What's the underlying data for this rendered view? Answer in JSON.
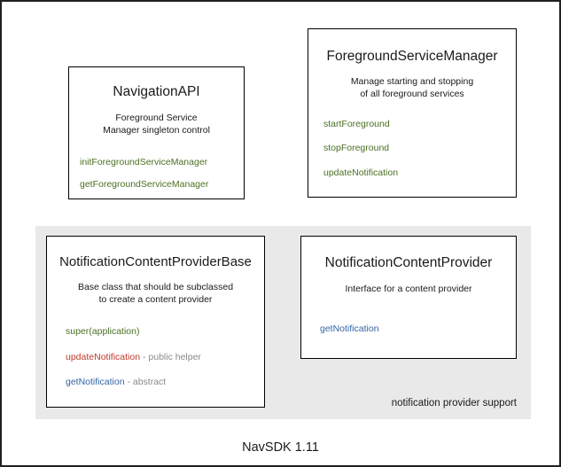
{
  "diagram": {
    "footer_version": "NavSDK 1.11",
    "group": {
      "label": "notification provider support"
    },
    "colors": {
      "green": "#4a7023",
      "red": "#c0392b",
      "blue": "#3465a4",
      "note_gray": "#8a8a8a",
      "group_background": "#e9e9e9",
      "box_background": "#ffffff",
      "box_border": "#000000",
      "text": "#1a1a1a"
    },
    "boxes": {
      "navigation_api": {
        "title": "NavigationAPI",
        "description_line1": "Foreground Service",
        "description_line2": "Manager singleton control",
        "members": [
          {
            "name": "initForegroundServiceManager",
            "color": "green",
            "note": ""
          },
          {
            "name": "getForegroundServiceManager",
            "color": "green",
            "note": ""
          }
        ]
      },
      "foreground_service_manager": {
        "title": "ForegroundServiceManager",
        "description_line1": "Manage starting and stopping",
        "description_line2": "of all foreground services",
        "members": [
          {
            "name": "startForeground",
            "color": "green",
            "note": ""
          },
          {
            "name": "stopForeground",
            "color": "green",
            "note": ""
          },
          {
            "name": "updateNotification",
            "color": "green",
            "note": ""
          }
        ]
      },
      "notification_content_provider_base": {
        "title": "NotificationContentProviderBase",
        "description_line1": "Base class that should be subclassed",
        "description_line2": "to create a content provider",
        "members": [
          {
            "name": "super(application)",
            "color": "green",
            "note": ""
          },
          {
            "name": "updateNotification",
            "color": "red",
            "note": " - public helper"
          },
          {
            "name": "getNotification",
            "color": "blue",
            "note": " - abstract"
          }
        ]
      },
      "notification_content_provider": {
        "title": "NotificationContentProvider",
        "description_line1": "Interface for a content provider",
        "description_line2": "",
        "members": [
          {
            "name": "getNotification",
            "color": "blue",
            "note": ""
          }
        ]
      }
    }
  }
}
